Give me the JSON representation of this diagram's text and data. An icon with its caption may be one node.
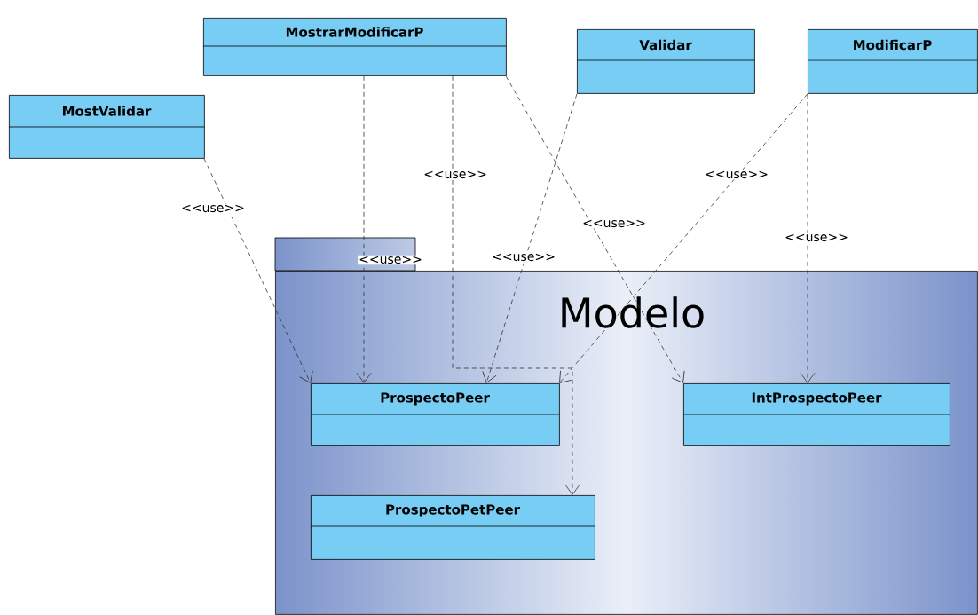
{
  "diagram": {
    "nodes": [
      {
        "text": [
          "MostrarModificarP"
        ]
      },
      {
        "text": [
          "Validar"
        ]
      },
      {
        "text": [
          "ModificarP"
        ]
      },
      {
        "text": [
          "MostValidar"
        ]
      },
      {
        "text": [
          "Modelo"
        ]
      },
      {
        "text": [
          "ProspectoPeer"
        ],
        "in": 4
      },
      {
        "text": [
          "IntProspectoPeer"
        ],
        "in": 4
      },
      {
        "text": [
          "ProspectoPetPeer"
        ],
        "in": 4
      }
    ],
    "edges": [
      {
        "from": 3,
        "to": 5,
        "arrow": "to",
        "label": "<<use>>",
        "style": "dashed"
      },
      {
        "from": 0,
        "to": 5,
        "arrow": "to",
        "label": "<<use>>",
        "style": "dashed"
      },
      {
        "from": 0,
        "to": 7,
        "arrow": "to",
        "label": "<<use>>",
        "style": "dashed"
      },
      {
        "from": 0,
        "to": 6,
        "arrow": "to",
        "label": "<<use>>",
        "style": "dashed"
      },
      {
        "from": 1,
        "to": 5,
        "arrow": "to",
        "label": "<<use>>",
        "style": "dashed"
      },
      {
        "from": 2,
        "to": 5,
        "arrow": "to",
        "label": "<<use>>",
        "style": "dashed"
      },
      {
        "from": 2,
        "to": 6,
        "arrow": "to",
        "label": "<<use>>",
        "style": "dashed"
      }
    ]
  }
}
